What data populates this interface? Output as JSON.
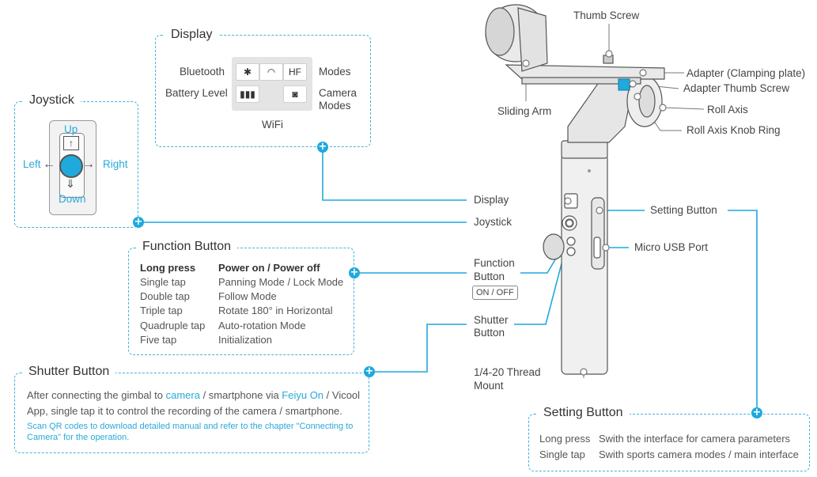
{
  "display": {
    "title": "Display",
    "bluetooth": "Bluetooth",
    "battery_level": "Battery Level",
    "modes": "Modes",
    "camera_modes_1": "Camera",
    "camera_modes_2": "Modes",
    "wifi": "WiFi",
    "hf_icon_text": "HF"
  },
  "joystick": {
    "title": "Joystick",
    "up": "Up",
    "down": "Down",
    "left": "Left",
    "right": "Right"
  },
  "function_button": {
    "title": "Function Button",
    "rows": [
      {
        "action": "Long press",
        "result": "Power on /  Power off"
      },
      {
        "action": "Single tap",
        "result": "Panning Mode / Lock Mode"
      },
      {
        "action": "Double tap",
        "result": "Follow Mode"
      },
      {
        "action": "Triple tap",
        "result": "Rotate 180° in Horizontal"
      },
      {
        "action": "Quadruple tap",
        "result": "Auto-rotation Mode"
      },
      {
        "action": "Five tap",
        "result": "Initialization"
      }
    ]
  },
  "shutter_button": {
    "title": "Shutter Button",
    "p1_a": "After connecting the gimbal to ",
    "p1_camera": "camera",
    "p1_b": " / smartphone via ",
    "p1_feiyu": "Feiyu On",
    "p1_c": " /  Vicool",
    "p2": "App, single tap it to control the recording of the camera / smartphone.",
    "note1": "Scan QR codes to download detailed manual and refer to the chapter \"Connecting to",
    "note2": "Camera\"  for the operation."
  },
  "setting_button": {
    "title": "Setting Button",
    "rows": [
      {
        "action": "Long press",
        "result": "Swith the interface for camera parameters"
      },
      {
        "action": "Single tap",
        "result": "Swith sports camera modes / main interface"
      }
    ]
  },
  "callouts": {
    "thumb_screw": "Thumb Screw",
    "adapter": "Adapter (Clamping plate)",
    "adapter_thumb_screw": "Adapter Thumb Screw",
    "roll_axis": "Roll Axis",
    "roll_axis_knob_ring": "Roll Axis Knob Ring",
    "sliding_arm": "Sliding Arm",
    "display": "Display",
    "joystick": "Joystick",
    "setting_button": "Setting Button",
    "micro_usb_port": "Micro USB Port",
    "function_button_1": "Function",
    "function_button_2": "Button",
    "on_off": "ON / OFF",
    "shutter_button_1": "Shutter",
    "shutter_button_2": "Button",
    "thread_mount_1": "1/4-20 Thread",
    "thread_mount_2": "Mount"
  },
  "colors": {
    "accent": "#29a9da",
    "text": "#444444"
  }
}
